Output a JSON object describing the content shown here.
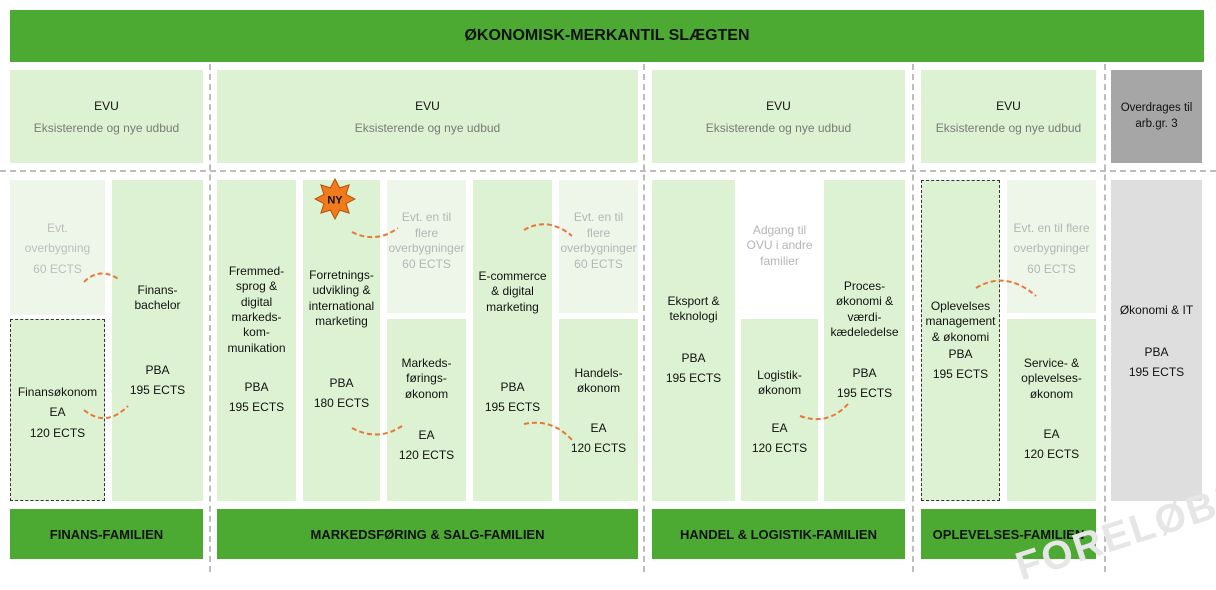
{
  "title": "ØKONOMISK-MERKANTIL SLÆGTEN",
  "evu": {
    "label": "EVU",
    "sublabel": "Eksisterende og nye udbud"
  },
  "overdrages": "Overdrages til arb.gr. 3",
  "families": [
    {
      "name": "FINANS-FAMILIEN"
    },
    {
      "name": "MARKEDSFØRING & SALG-FAMILIEN"
    },
    {
      "name": "HANDEL & LOGISTIK-FAMILIEN"
    },
    {
      "name": "OPLEVELSES-FAMILIEN"
    }
  ],
  "badge": "NY",
  "watermark": "FORELØBI",
  "cells": {
    "finans_overbygning": "Evt.\noverbygning\n60 ECTS",
    "finansokonom": "Finansøkonom\nEA\n120 ECTS",
    "finansbachelor": "Finans-\nbachelor",
    "finansbachelor_pba": "PBA\n195 ECTS",
    "fremmedsprog": "Fremmed-\nsprog &\ndigital\nmarkeds-\nkom-\nmunikation",
    "fremmedsprog_pba": "PBA\n195 ECTS",
    "forretning": "Forretnings-\nudvikling &\ninternational\nmarketing",
    "forretning_pba": "PBA\n180 ECTS",
    "flere_overbygninger_1": "Evt. en til\nflere\noverbygninger\n60 ECTS",
    "markedsforingsokonom": "Markeds-\nførings-\nøkonom",
    "markedsforingsokonom_ea": "EA\n120 ECTS",
    "ecommerce": "E-commerce\n& digital\nmarketing",
    "ecommerce_pba": "PBA\n195 ECTS",
    "flere_overbygninger_2": "Evt. en til\nflere\noverbygninger\n60 ECTS",
    "handelsokonom": "Handels-\nøkonom",
    "handelsokonom_ea": "EA\n120 ECTS",
    "eksport": "Eksport &\nteknologi",
    "eksport_pba": "PBA\n195 ECTS",
    "adgang_ovu": "Adgang til\nOVU i andre\nfamilier",
    "logistikokonom": "Logistik-\nøkonom",
    "logistikokonom_ea": "EA\n120 ECTS",
    "procesokonomi": "Proces-\nøkonomi &\nværdi-\nkædeledelse",
    "procesokonomi_pba": "PBA\n195 ECTS",
    "oplevelses_mgmt": "Oplevelses\nmanagement\n& økonomi",
    "oplevelses_mgmt_pba": "PBA\n195 ECTS",
    "flere_overbygninger_3": "Evt. en til flere\noverbygninger\n60 ECTS",
    "service_okonom": "Service- &\noplevelses-\nøkonom",
    "service_okonom_ea": "EA\n120 ECTS",
    "okonomi_it": "Økonomi & IT",
    "okonomi_it_pba": "PBA\n195 ECTS"
  },
  "colors": {
    "dark_green": "#4caa32",
    "light_green": "#dcf2d2",
    "arrow": "#e8773a",
    "badge": "#f07a1c"
  }
}
